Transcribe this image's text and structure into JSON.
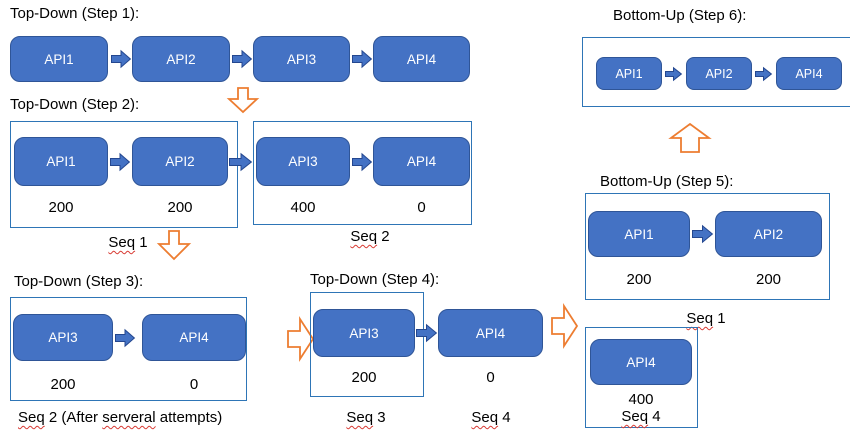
{
  "colors": {
    "api_fill": "#4472C4",
    "api_border": "#2F5597",
    "frame_border": "#2E75B6",
    "orange_arrow": "#ED7D31",
    "text": "#000000",
    "spellcheck_squiggle": "#d83a33"
  },
  "step1": {
    "title": "Top-Down (Step 1):",
    "apis": [
      "API1",
      "API2",
      "API3",
      "API4"
    ]
  },
  "step2": {
    "title": "Top-Down (Step 2):",
    "seq1": {
      "apis": [
        "API1",
        "API2"
      ],
      "values": [
        "200",
        "200"
      ],
      "caption": {
        "sq": "Seq",
        "rest": " 1"
      }
    },
    "seq2": {
      "apis": [
        "API3",
        "API4"
      ],
      "values": [
        "400",
        "0"
      ],
      "caption": {
        "sq": "Seq",
        "rest": " 2"
      }
    }
  },
  "step3": {
    "title": "Top-Down (Step 3):",
    "apis": [
      "API3",
      "API4"
    ],
    "values": [
      "200",
      "0"
    ],
    "caption": {
      "sq": "Seq",
      "rest": " 2 (After ",
      "sq2": "serveral",
      "rest2": " attempts)"
    }
  },
  "step4": {
    "title": "Top-Down (Step 4):",
    "apis": [
      "API3",
      "API4"
    ],
    "values": [
      "200",
      "0"
    ],
    "captions": [
      {
        "sq": "Seq",
        "rest": " 3"
      },
      {
        "sq": "Seq",
        "rest": " 4"
      }
    ]
  },
  "step5": {
    "title": "Bottom-Up (Step 5):",
    "seq1": {
      "apis": [
        "API1",
        "API2"
      ],
      "values": [
        "200",
        "200"
      ],
      "caption": {
        "sq": "Seq",
        "rest": " 1"
      }
    },
    "seq4": {
      "api": "API4",
      "value": "400",
      "caption": {
        "sq": "Seq",
        "rest": " 4"
      }
    }
  },
  "step6": {
    "title": "Bottom-Up (Step 6):",
    "apis": [
      "API1",
      "API2",
      "API4"
    ]
  }
}
